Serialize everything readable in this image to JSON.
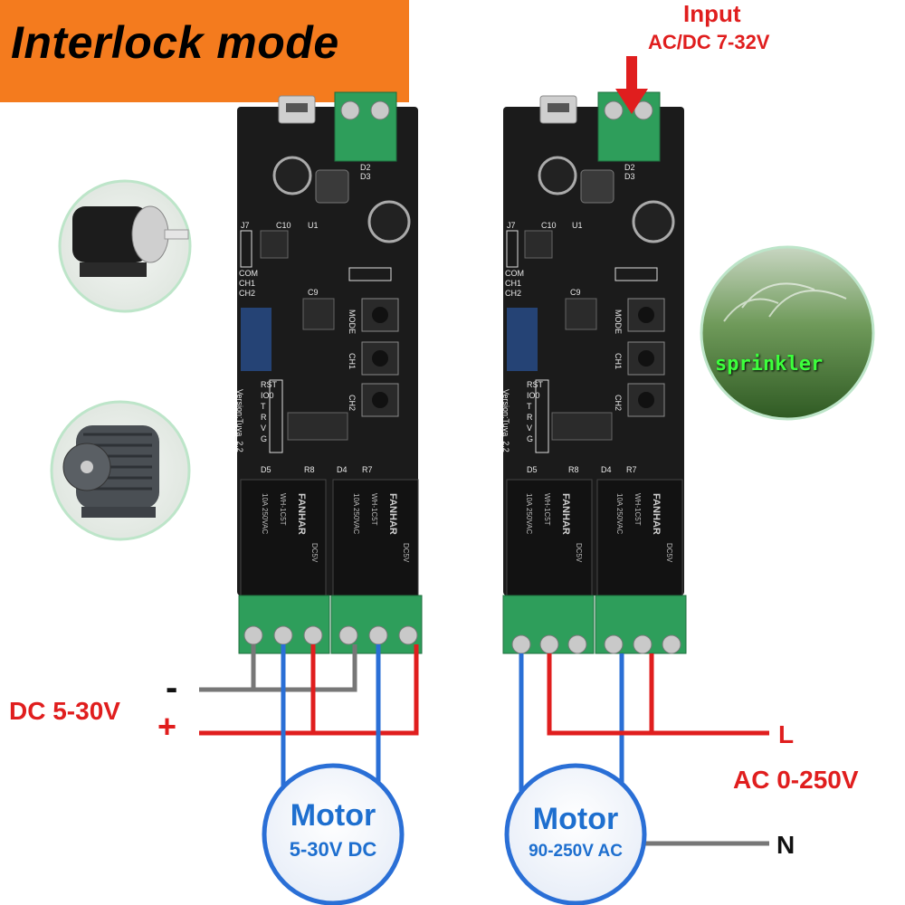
{
  "title": "Interlock mode",
  "input": {
    "title": "Input",
    "range": "AC/DC 7-32V"
  },
  "dc_supply": {
    "label": "DC 5-30V",
    "minus": "-",
    "plus": "+"
  },
  "ac_supply": {
    "line": "L",
    "range": "AC 0-250V",
    "neutral": "N"
  },
  "left_board": {
    "relay_brand": "FANHAR",
    "relay_model": "WH-1C5T",
    "relay_voltage": "DC5V",
    "relay_rating": "10A 250VAC",
    "buttons": [
      "MODE",
      "CH1",
      "CH2"
    ],
    "header_pins": [
      "COM",
      "CH1",
      "CH2"
    ],
    "serial_pins": [
      "RST",
      "IO0",
      "T",
      "R",
      "V",
      "G"
    ],
    "version": "Version:Tuya_2.2",
    "components": [
      "D5",
      "R8",
      "D4",
      "R7",
      "D2",
      "D3",
      "J7",
      "C9",
      "C10",
      "U1"
    ]
  },
  "right_board": {
    "relay_brand": "FANHAR",
    "relay_model": "WH-1C5T",
    "relay_voltage": "DC5V",
    "relay_rating": "10A 250VAC",
    "buttons": [
      "MODE",
      "CH1",
      "CH2"
    ],
    "header_pins": [
      "COM",
      "CH1",
      "CH2"
    ],
    "serial_pins": [
      "RST",
      "IO0",
      "T",
      "R",
      "V",
      "G"
    ],
    "version": "Version:Tuya_2.2",
    "components": [
      "D5",
      "R8",
      "D4",
      "R7",
      "D2",
      "D3",
      "J7",
      "C9",
      "C10",
      "U1"
    ]
  },
  "motors": [
    {
      "name": "Motor",
      "spec": "5-30V DC"
    },
    {
      "name": "Motor",
      "spec": "90-250V AC"
    }
  ],
  "sprinkler_label": "sprinkler",
  "colors": {
    "banner": "#f47b1e",
    "pcb": "#1a1a1a",
    "terminal": "#2e9e5b",
    "wire_red": "#e01e1e",
    "wire_blue": "#2a6fd6",
    "wire_gray": "#777777",
    "label_red": "#e01e1e",
    "motor_blue": "#1e6fcf"
  }
}
